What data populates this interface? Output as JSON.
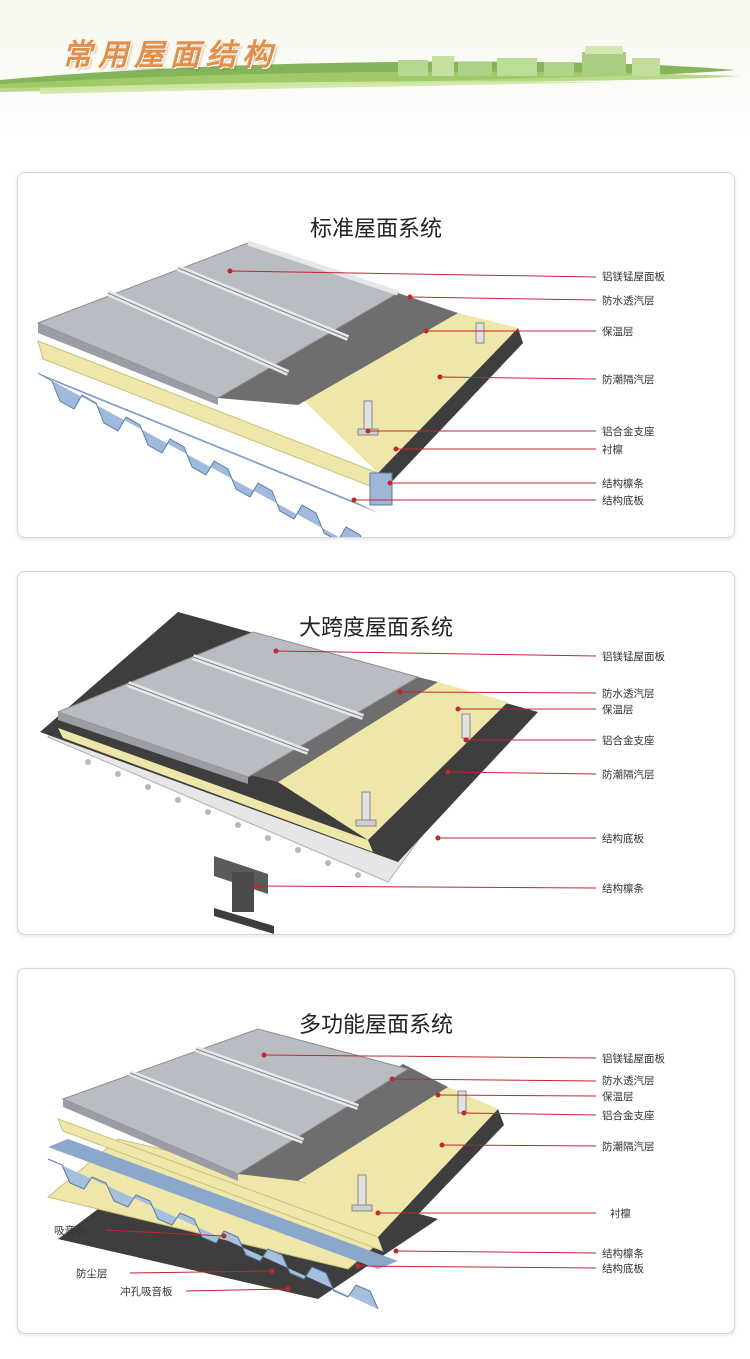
{
  "header": {
    "title": "常用屋面结构"
  },
  "colors": {
    "accent_orange": "#e0904a",
    "leader_red": "#c1272d",
    "panel_gray": "#b9bcc2",
    "membrane_gray": "#6e6e6e",
    "insulation_yellow": "#efe7a9",
    "barrier_dark": "#3e3e3e",
    "deck_blue": "#8aa8cc"
  },
  "icons": [
    "roof-panel-icon",
    "support-bracket-icon",
    "steel-beam-icon"
  ],
  "systems": [
    {
      "title": "标准屋面系统",
      "labels": [
        "铝镁锰屋面板",
        "防水透汽层",
        "保温层",
        "防潮隔汽层",
        "铝合金支座",
        "衬檩",
        "结构檩条",
        "结构底板"
      ]
    },
    {
      "title": "大跨度屋面系统",
      "labels": [
        "铝镁锰屋面板",
        "防水透汽层",
        "保温层",
        "铝合金支座",
        "防潮隔汽层",
        "结构底板",
        "结构檩条"
      ]
    },
    {
      "title": "多功能屋面系统",
      "labels": [
        "铝镁锰屋面板",
        "防水透汽层",
        "保温层",
        "铝合金支座",
        "防潮隔汽层",
        "衬檩",
        "结构檩条",
        "结构底板"
      ],
      "left_labels": [
        "吸音层",
        "防尘层",
        "冲孔吸音板"
      ]
    }
  ]
}
